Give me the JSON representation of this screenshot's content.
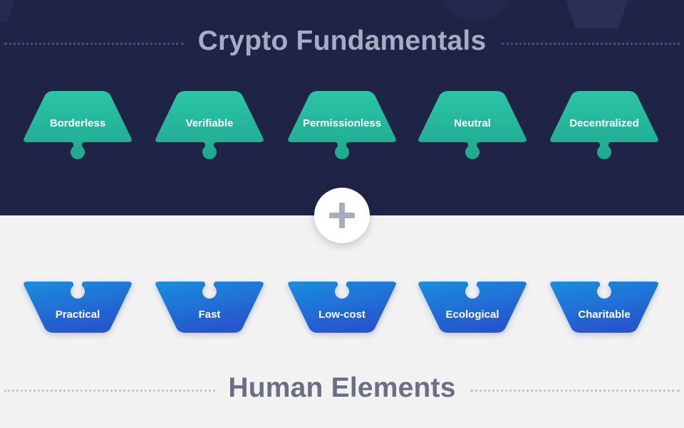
{
  "top_title": "Crypto Fundamentals",
  "bottom_title": "Human Elements",
  "colors": {
    "top_background": "#1f2346",
    "bottom_background": "#f2f2f3",
    "teal_light": "#2bc4a7",
    "teal_dark": "#1fa98e",
    "blue_light": "#1a8fdc",
    "blue_dark": "#2756cf"
  },
  "fundamentals": [
    {
      "label": "Borderless"
    },
    {
      "label": "Verifiable"
    },
    {
      "label": "Permissionless"
    },
    {
      "label": "Neutral"
    },
    {
      "label": "Decentralized"
    }
  ],
  "human_elements": [
    {
      "label": "Practical"
    },
    {
      "label": "Fast"
    },
    {
      "label": "Low-cost"
    },
    {
      "label": "Ecological"
    },
    {
      "label": "Charitable"
    }
  ],
  "plus_icon": "plus-icon"
}
